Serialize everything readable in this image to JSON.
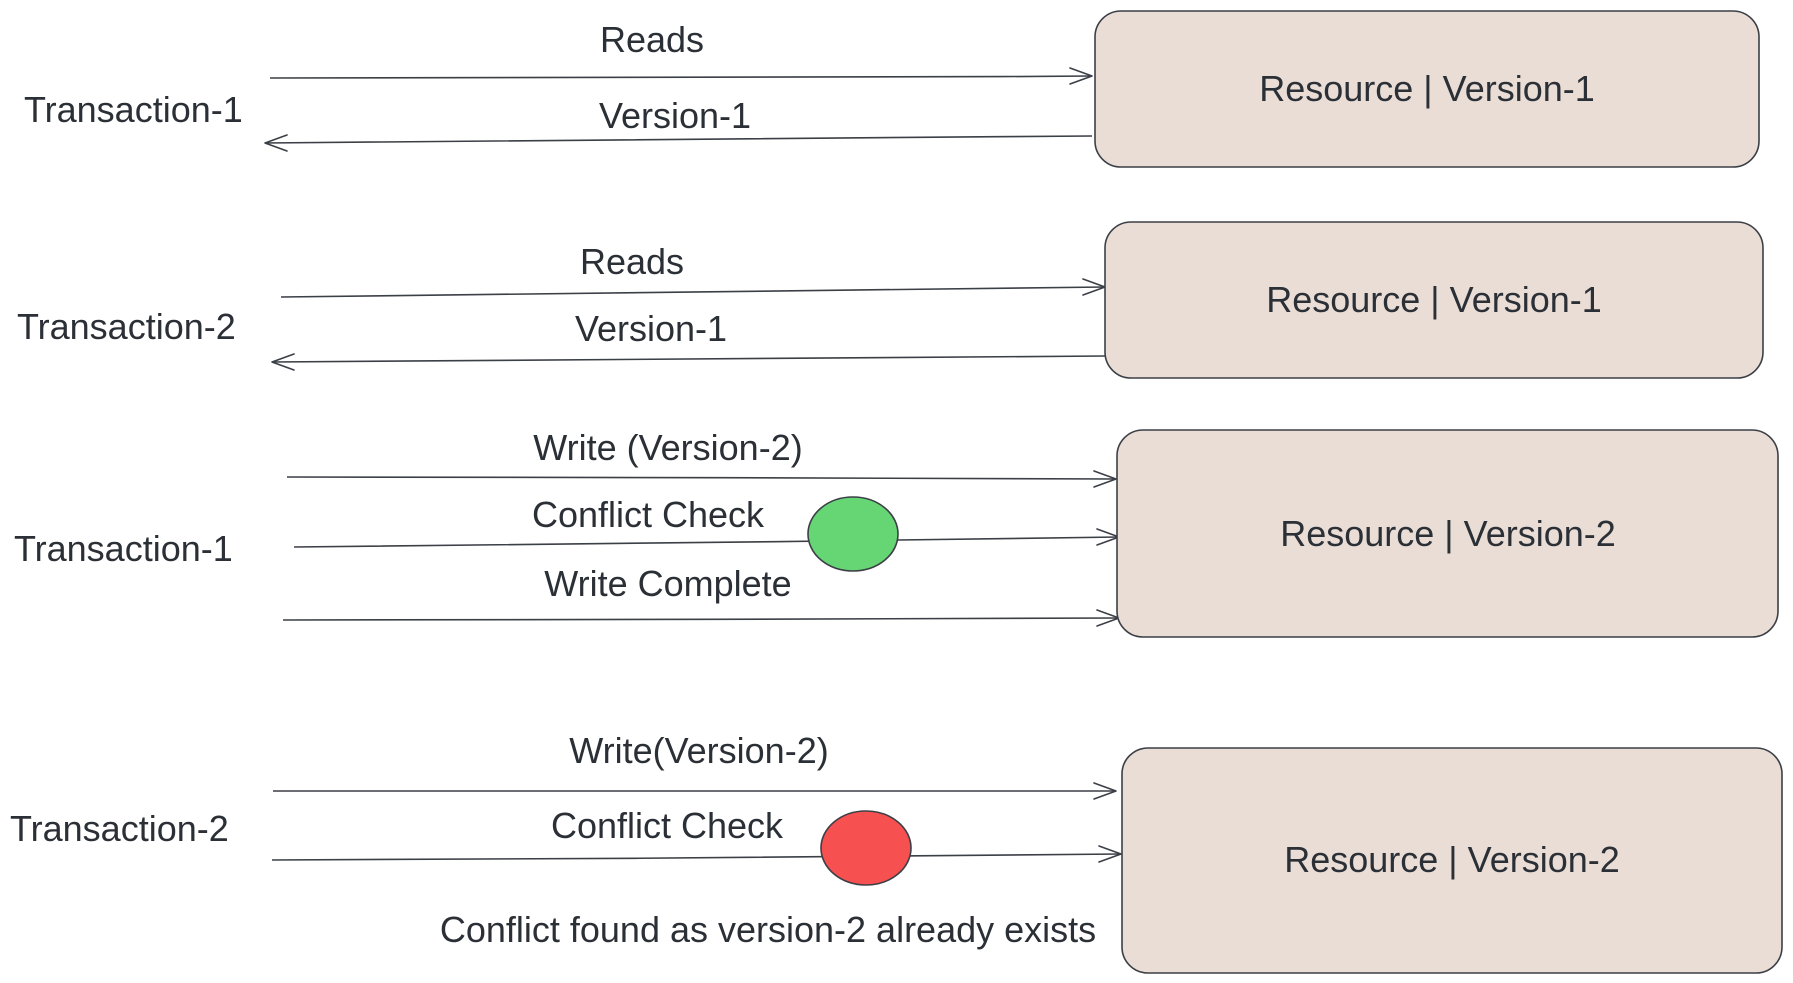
{
  "diagram": {
    "lanes": [
      {
        "label": "Transaction-1",
        "resource": "Resource | Version-1",
        "arrows": [
          {
            "label": "Reads",
            "direction": "right"
          },
          {
            "label": "Version-1",
            "direction": "left"
          }
        ]
      },
      {
        "label": "Transaction-2",
        "resource": "Resource | Version-1",
        "arrows": [
          {
            "label": "Reads",
            "direction": "right"
          },
          {
            "label": "Version-1",
            "direction": "left"
          }
        ]
      },
      {
        "label": "Transaction-1",
        "resource": "Resource | Version-2",
        "arrows": [
          {
            "label": "Write (Version-2)",
            "direction": "right"
          },
          {
            "label": "Conflict Check",
            "direction": "right",
            "check_status": "ok"
          },
          {
            "label": "Write Complete",
            "direction": "right"
          }
        ]
      },
      {
        "label": "Transaction-2",
        "resource": "Resource | Version-2",
        "arrows": [
          {
            "label": "Write(Version-2)",
            "direction": "right"
          },
          {
            "label": "Conflict Check",
            "direction": "right",
            "check_status": "conflict"
          }
        ],
        "note": "Conflict found as version-2 already exists"
      }
    ],
    "colors": {
      "resource_box": "#e9ddd6",
      "check_ok": "#66d675",
      "check_conflict": "#f75050",
      "stroke": "#3b3f46"
    }
  }
}
